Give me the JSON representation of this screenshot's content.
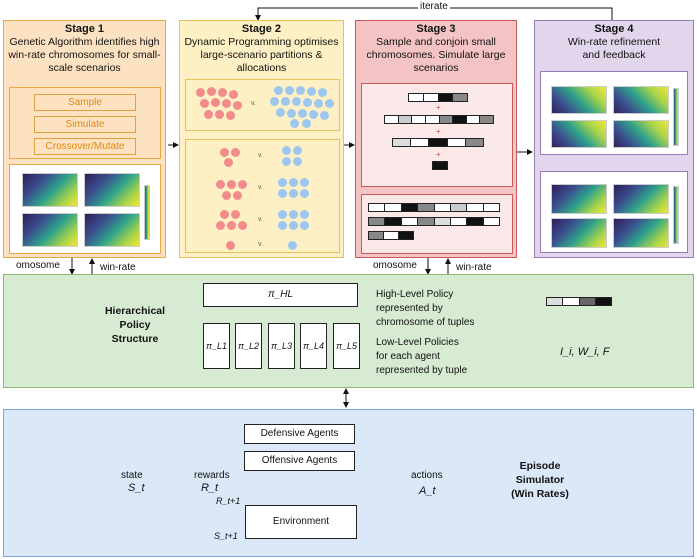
{
  "iterate_label": "iterate",
  "stages": [
    {
      "title": "Stage 1",
      "desc": "Genetic Algorithm identifies high win-rate chromosomes for small-scale scenarios"
    },
    {
      "title": "Stage 2",
      "desc": "Dynamic Programming optimises large-scenario partitions & allocations"
    },
    {
      "title": "Stage 3",
      "desc": "Sample and conjoin small chromosomes. Simulate large scenarios"
    },
    {
      "title": "Stage 4",
      "desc": "Win-rate refinement and feedback"
    }
  ],
  "stage1_buttons": [
    "Sample",
    "Simulate",
    "Crossover/Mutate"
  ],
  "vs_label": "v.",
  "left_chromosome_label": "omosome",
  "left_winrate_label": "win-rate",
  "right_chromosome_label": "omosome",
  "right_winrate_label": "win-rate",
  "hierarchy": {
    "title_line1": "Hierarchical",
    "title_line2": "Policy",
    "title_line3": "Structure",
    "high_policy": "π_HL",
    "low_policies": [
      "π_L1",
      "π_L2",
      "π_L3",
      "π_L4",
      "π_L5"
    ],
    "hl_desc_1": "High-Level Policy",
    "hl_desc_2": "represented by",
    "hl_desc_3": "chromosome of tuples",
    "ll_desc_1": "Low-Level Policies",
    "ll_desc_2": "for each agent",
    "ll_desc_3": "represented by tuple",
    "tuple": "I_i, W_i, F"
  },
  "simulator": {
    "defensive": "Defensive Agents",
    "offensive": "Offensive Agents",
    "environment": "Environment",
    "state_label": "state",
    "state_sym": "S_t",
    "rewards_label": "rewards",
    "rewards_sym": "R_t",
    "r_next": "R_t+1",
    "s_next": "S_t+1",
    "actions_label": "actions",
    "actions_sym": "A_t",
    "title_line1": "Episode",
    "title_line2": "Simulator",
    "title_line3": "(Win Rates)"
  },
  "colors": {
    "stage1_bg": "#fde2c2",
    "stage1_border": "#e8a84a",
    "stage2_bg": "#fdf0c4",
    "stage2_border": "#e8c060",
    "stage3_bg": "#f4c4c4",
    "stage3_border": "#c85a5a",
    "stage4_bg": "#e2d6ec",
    "stage4_border": "#9a7cb4",
    "green_bg": "#d7ead2",
    "blue_bg": "#dbe8f7"
  }
}
